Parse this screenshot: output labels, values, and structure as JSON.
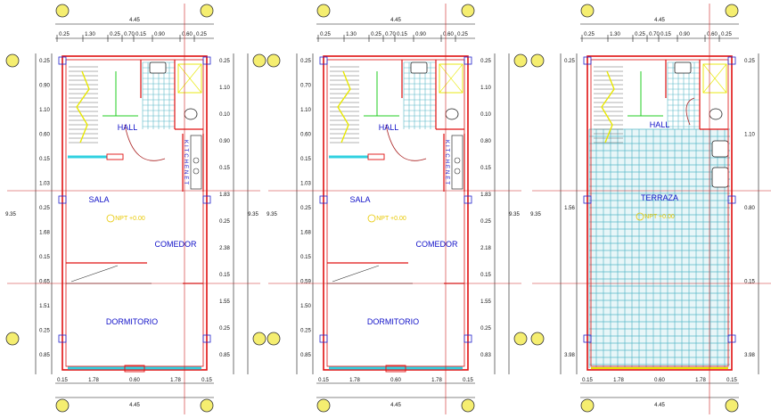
{
  "colors": {
    "wall": "#e01010",
    "grid_circle": "#f5ee70",
    "dim_line": "#111111",
    "room_label": "#1010c8",
    "tile": "#59b8c8",
    "window": "#30d0e0",
    "stair": "#e8e800",
    "level": "#e8c800",
    "axis": "#cc2222",
    "green": "#22cc22"
  },
  "plans": [
    {
      "top_total": "4.45",
      "top_segments": [
        "0.25",
        "1.30",
        "0.25",
        "0.70",
        "0.15",
        "0.90",
        "0.60",
        "0.25"
      ],
      "bottom_total": "4.45",
      "bottom_segments": [
        "0.15",
        "1.78",
        "0.60",
        "1.78",
        "0.15"
      ],
      "left_total": "9.35",
      "left_dims": [
        "0.25",
        "0.90",
        "1.10",
        "0.60",
        "0.15",
        "1.03",
        "0.25",
        "1.68",
        "0.15",
        "0.65",
        "1.51",
        "0.25",
        "0.85"
      ],
      "right_total": "9.35",
      "right_dims": [
        "0.25",
        "1.10",
        "0.10",
        "0.90",
        "0.15",
        "1.83",
        "0.25",
        "2.38",
        "0.15",
        "1.55",
        "0.25",
        "0.85"
      ],
      "rooms": [
        "HALL",
        "SALA",
        "COMEDOR",
        "DORMITORIO"
      ],
      "kitchen_label": "KITCHENET",
      "level": "NPT +0.00",
      "tiled": false
    },
    {
      "top_total": "4.45",
      "top_segments": [
        "0.25",
        "1.30",
        "0.25",
        "0.70",
        "0.15",
        "0.90",
        "0.60",
        "0.25"
      ],
      "bottom_total": "4.45",
      "bottom_segments": [
        "0.15",
        "1.78",
        "0.60",
        "1.78",
        "0.15"
      ],
      "left_total": "9.35",
      "left_dims": [
        "0.25",
        "0.70",
        "1.10",
        "0.60",
        "0.15",
        "1.03",
        "0.25",
        "1.68",
        "0.15",
        "0.59",
        "1.50",
        "0.25",
        "0.85"
      ],
      "right_total": "9.35",
      "right_dims": [
        "0.25",
        "1.10",
        "0.10",
        "0.80",
        "0.15",
        "1.83",
        "0.25",
        "2.18",
        "0.15",
        "1.55",
        "0.25",
        "0.83"
      ],
      "rooms": [
        "HALL",
        "SALA",
        "COMEDOR",
        "DORMITORIO"
      ],
      "kitchen_label": "KITCHENET",
      "level": "NPT +0.00",
      "tiled": false
    },
    {
      "top_total": "4.45",
      "top_segments": [
        "0.25",
        "1.30",
        "0.25",
        "0.70",
        "0.15",
        "0.90",
        "0.60",
        "0.25"
      ],
      "bottom_total": "4.45",
      "bottom_segments": [
        "0.15",
        "1.78",
        "0.60",
        "1.78",
        "0.15"
      ],
      "left_total": "9.35",
      "left_dims": [
        "0.25",
        "1.56",
        "3.98"
      ],
      "right_total": "9.35",
      "right_dims": [
        "0.25",
        "1.10",
        "0.80",
        "0.15",
        "3.98"
      ],
      "rooms": [
        "HALL",
        "TERRAZA"
      ],
      "kitchen_label": "",
      "level": "NPT +0.00",
      "tiled": true
    }
  ]
}
